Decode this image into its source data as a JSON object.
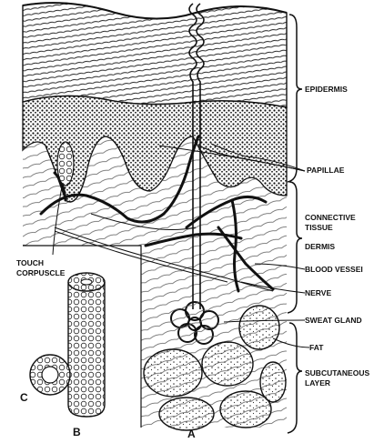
{
  "labels": {
    "epidermis": "EPIDERMIS",
    "papillae": "PAPILLAE",
    "connective_tissue": "CONNECTIVE\nTISSUE",
    "dermis": "DERMIS",
    "blood_vessel": "BLOOD VESSEI",
    "nerve": "NERVE",
    "sweat_gland": "SWEAT GLAND",
    "fat": "FAT",
    "subcutaneous_layer": "SUBCUTANEOUS\nLAYER",
    "touch_corpuscle": "TOUCH\nCORPUSCLE"
  },
  "figure_letters": {
    "a": "A",
    "b": "B",
    "c": "C"
  },
  "colors": {
    "ink": "#111111",
    "paper": "#ffffff"
  }
}
